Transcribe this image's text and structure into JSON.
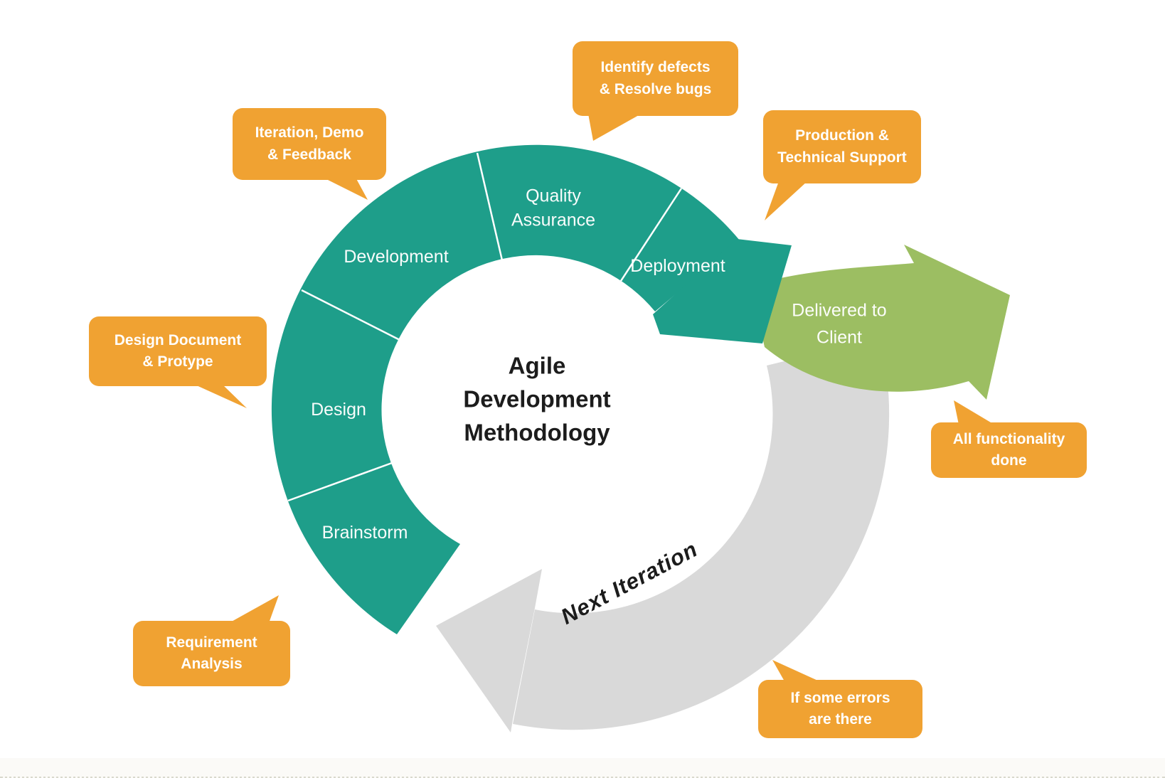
{
  "center": {
    "line1": "Agile",
    "line2": "Development",
    "line3": "Methodology"
  },
  "segments": {
    "brainstorm": {
      "label": "Brainstorm"
    },
    "design": {
      "label": "Design"
    },
    "development": {
      "label": "Development"
    },
    "qa": {
      "line1": "Quality",
      "line2": "Assurance"
    },
    "deployment": {
      "label": "Deployment"
    }
  },
  "green_arrow": {
    "line1": "Delivered to",
    "line2": "Client"
  },
  "gray_arrow": {
    "label": "Next Iteration"
  },
  "callouts": {
    "iteration_demo": {
      "line1": "Iteration, Demo",
      "line2": "& Feedback"
    },
    "identify_defects": {
      "line1": "Identify defects",
      "line2": "& Resolve bugs"
    },
    "production_support": {
      "line1": "Production &",
      "line2": "Technical Support"
    },
    "design_document": {
      "line1": "Design Document",
      "line2": "& Protype"
    },
    "requirement_analysis": {
      "line1": "Requirement",
      "line2": "Analysis"
    },
    "all_functionality": {
      "line1": "All functionality",
      "line2": "done"
    },
    "if_errors": {
      "line1": "If some errors",
      "line2": "are there"
    }
  },
  "colors": {
    "teal": "#1E9E8A",
    "green": "#9CBE62",
    "orange": "#F0A232",
    "gray": "#D9D9D9",
    "text_dark": "#1c1c1c"
  }
}
